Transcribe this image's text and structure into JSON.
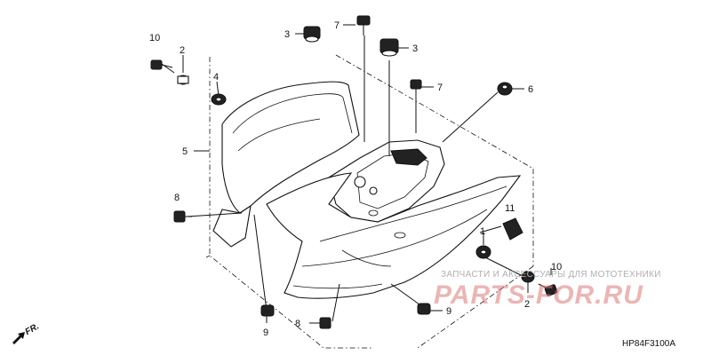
{
  "callouts": {
    "c10a": "10",
    "c2a": "2",
    "c4": "4",
    "c5": "5",
    "c8a": "8",
    "c3a": "3",
    "c7a": "7",
    "c3b": "3",
    "c7b": "7",
    "c6": "6",
    "c11": "11",
    "c1": "1",
    "c10b": "10",
    "c2b": "2",
    "c9a": "9",
    "c8b": "8",
    "c9b": "9"
  },
  "front_indicator": "FR.",
  "diagram_code": "HP84F3100A",
  "watermark": {
    "text": "ЗАПЧАСТИ И АКСЕССУАРЫ ДЛЯ МОТОТЕХНИКИ",
    "logo": "PARTS-FOR.RU"
  }
}
